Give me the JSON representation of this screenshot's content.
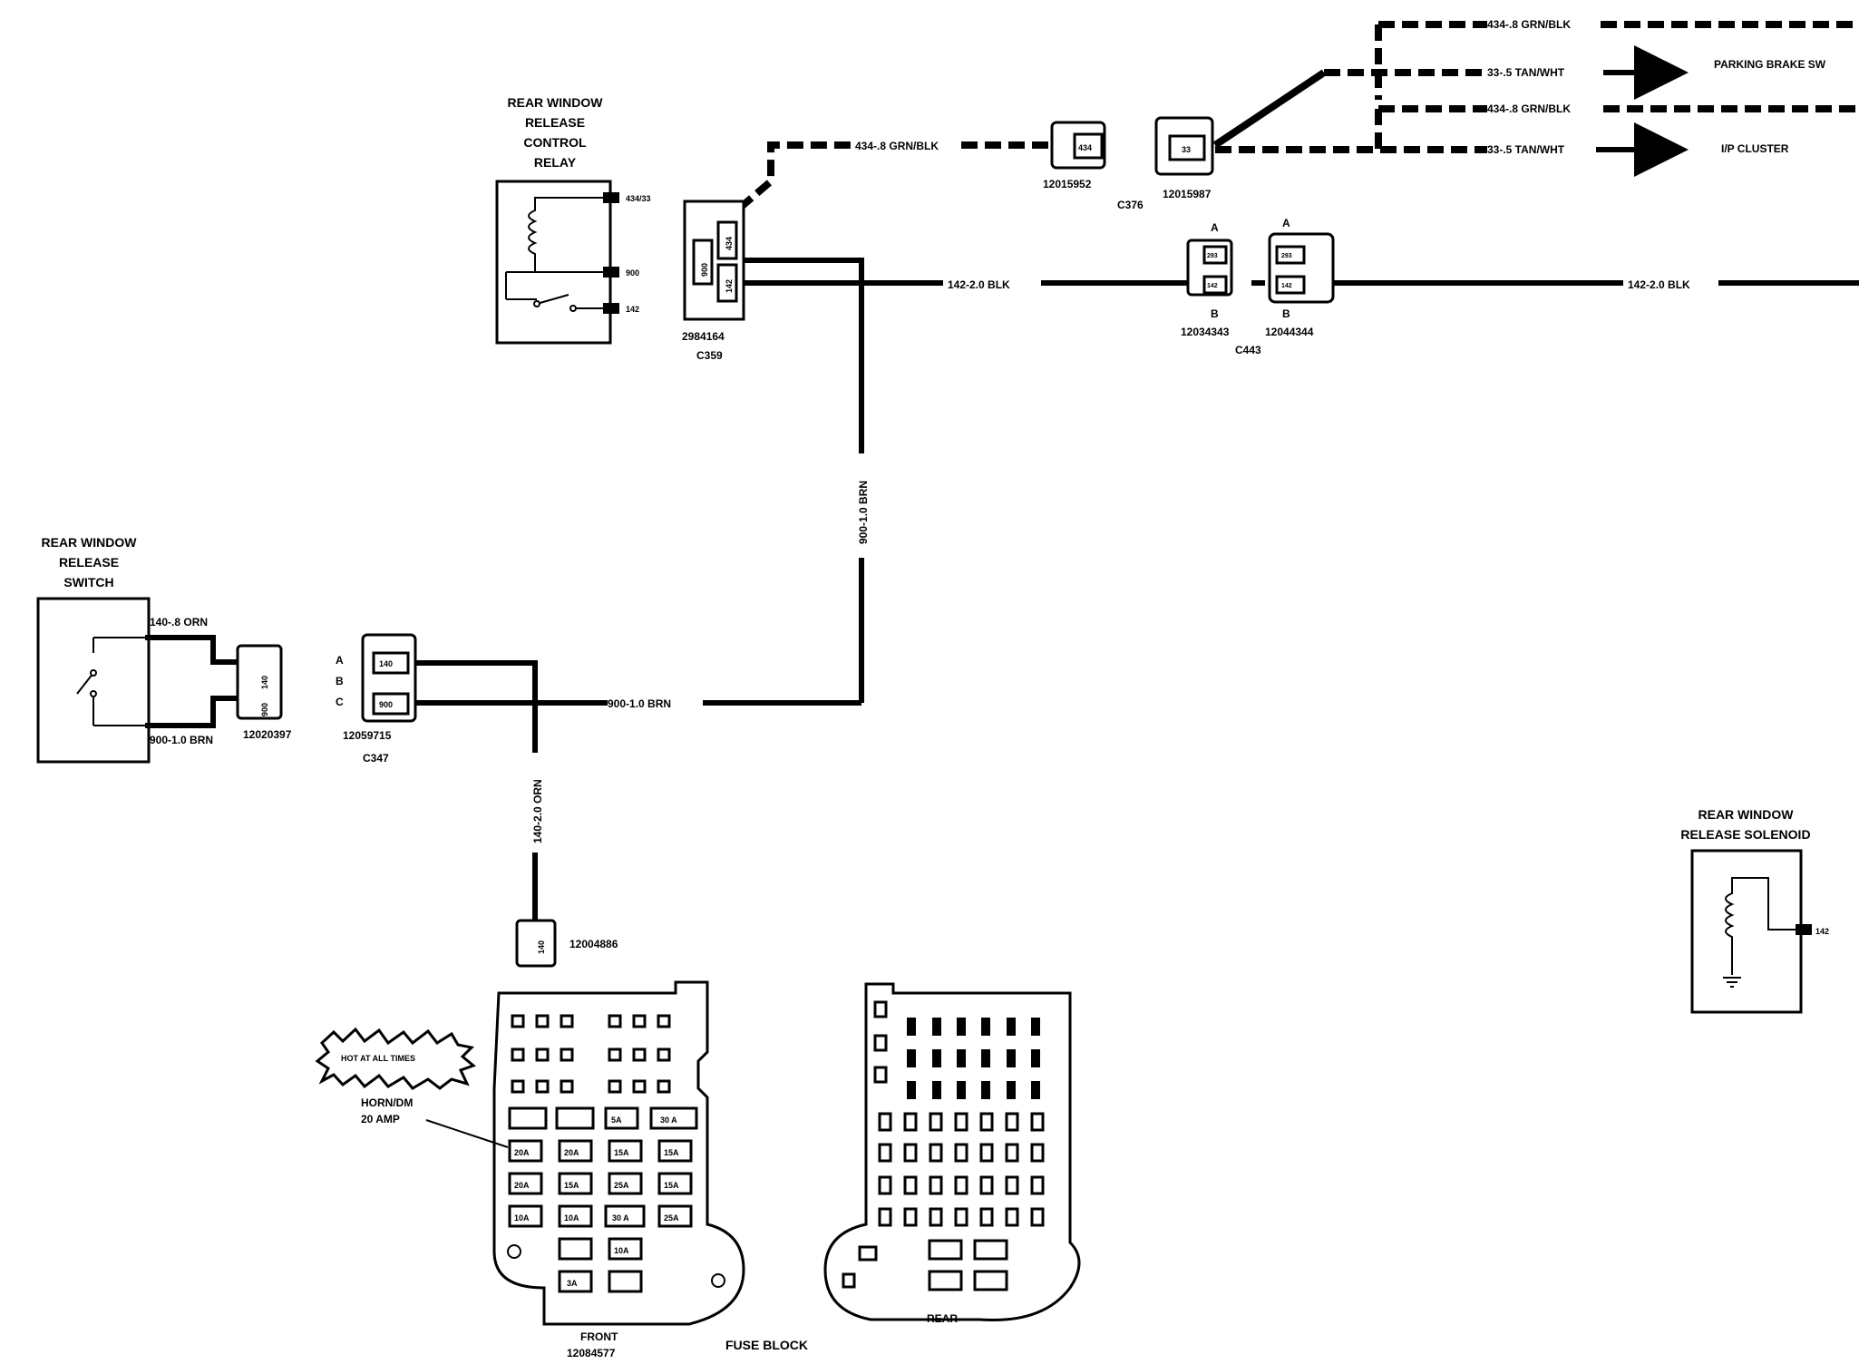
{
  "components": {
    "rear_window_release_control_relay": {
      "title_lines": [
        "REAR WINDOW",
        "RELEASE",
        "CONTROL",
        "RELAY"
      ],
      "pins": [
        "434/33",
        "900",
        "142"
      ]
    },
    "rear_window_release_switch": {
      "title_lines": [
        "REAR WINDOW",
        "RELEASE",
        "SWITCH"
      ],
      "connector_part": "12020397",
      "pin_labels": [
        "140",
        "900"
      ]
    },
    "rear_window_release_solenoid": {
      "title_lines": [
        "REAR WINDOW",
        "RELEASE SOLENOID"
      ],
      "pin": "142"
    },
    "fuse_block": {
      "title": "FUSE BLOCK",
      "front_label": "FRONT",
      "front_part": "12084577",
      "rear_label": "REAR",
      "hot_label": "HOT AT ALL TIMES",
      "fuse_callout": [
        "HORN/DM",
        "20 AMP"
      ],
      "fuse_ratings": [
        "5A",
        "30 A",
        "20A",
        "20A",
        "15A",
        "15A",
        "20A",
        "15A",
        "25A",
        "15A",
        "10A",
        "10A",
        "30 A",
        "25A",
        "10A",
        "3A"
      ]
    }
  },
  "connectors": {
    "c359": {
      "id": "C359",
      "part": "2984164",
      "cavities": [
        "900",
        "434",
        "142"
      ]
    },
    "c376": {
      "id": "C376",
      "part_a": "12015952",
      "part_b": "12015987",
      "cavities": [
        "434",
        "33"
      ]
    },
    "c443": {
      "id": "C443",
      "part_a": "12034343",
      "part_b": "12044344",
      "side_a": "A",
      "side_b": "B",
      "cavities": [
        "293",
        "142"
      ]
    },
    "c347": {
      "id": "C347",
      "part": "12059715",
      "pins": [
        "A",
        "B",
        "C"
      ],
      "cavities": [
        "140",
        "900"
      ]
    },
    "fuse_connector": {
      "part": "12004886",
      "cavity": "140"
    }
  },
  "wires": {
    "w434_top": "434-.8 GRN/BLK",
    "w33_top": "33-.5 TAN/WHT",
    "w434_mid": "434-.8 GRN/BLK",
    "w33_mid": "33-.5 TAN/WHT",
    "w434_relay": "434-.8 GRN/BLK",
    "w142_left": "142-2.0 BLK",
    "w142_right": "142-2.0 BLK",
    "w900_vertical": "900-1.0 BRN",
    "w900_horizontal": "900-1.0 BRN",
    "w140_switch": "140-.8 ORN",
    "w900_switch": "900-1.0 BRN",
    "w140_vertical": "140-2.0 ORN"
  },
  "destinations": {
    "parking_brake": "PARKING BRAKE SW",
    "ip_cluster": "I/P CLUSTER"
  }
}
